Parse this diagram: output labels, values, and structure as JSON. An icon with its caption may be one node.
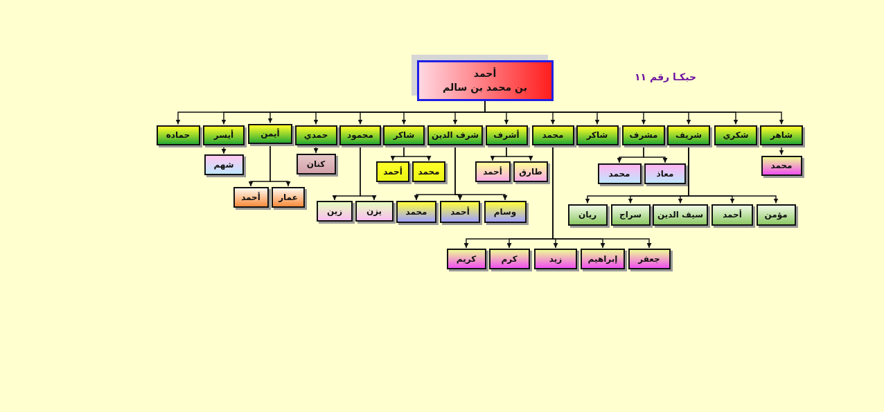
{
  "diagram": {
    "nodes": [
      {
        "text": [
          "أحمد",
          "بن محمد بن سالم"
        ]
      },
      {
        "text": [
          "شاهر"
        ]
      },
      {
        "text": [
          "شكري"
        ]
      },
      {
        "text": [
          "شريف"
        ]
      },
      {
        "text": [
          "مشرف"
        ]
      },
      {
        "text": [
          "شاكر"
        ]
      },
      {
        "text": [
          "محمد"
        ]
      },
      {
        "text": [
          "أشرف"
        ]
      },
      {
        "text": [
          "شرف الدين"
        ]
      },
      {
        "text": [
          "شاكر"
        ]
      },
      {
        "text": [
          "محمود"
        ]
      },
      {
        "text": [
          "حمدي"
        ]
      },
      {
        "text": [
          "أيمن"
        ]
      },
      {
        "text": [
          "أيسر"
        ]
      },
      {
        "text": [
          "حماده"
        ]
      },
      {
        "text": [
          "محمد"
        ]
      },
      {
        "text": [
          "مؤمن"
        ]
      },
      {
        "text": [
          "أحمد"
        ]
      },
      {
        "text": [
          "سيف الدين"
        ]
      },
      {
        "text": [
          "سراج"
        ]
      },
      {
        "text": [
          "ريان"
        ]
      },
      {
        "text": [
          "معاذ"
        ]
      },
      {
        "text": [
          "محمد"
        ]
      },
      {
        "text": [
          "جعفر"
        ]
      },
      {
        "text": [
          "إبراهيم"
        ]
      },
      {
        "text": [
          "زيد"
        ]
      },
      {
        "text": [
          "كرم"
        ]
      },
      {
        "text": [
          "كريم"
        ]
      },
      {
        "text": [
          "طارق"
        ]
      },
      {
        "text": [
          "أحمد"
        ]
      },
      {
        "text": [
          "وسام"
        ]
      },
      {
        "text": [
          "أحمد"
        ]
      },
      {
        "text": [
          "محمد"
        ]
      },
      {
        "text": [
          "محمد"
        ]
      },
      {
        "text": [
          "أحمد"
        ]
      },
      {
        "text": [
          "يزن"
        ]
      },
      {
        "text": [
          "زين"
        ]
      },
      {
        "text": [
          "كنان"
        ]
      },
      {
        "text": [
          "عمار"
        ]
      },
      {
        "text": [
          "أحمد"
        ]
      },
      {
        "text": [
          "شهم"
        ]
      }
    ],
    "edges": [
      {
        "from": 0,
        "to": 1,
        "arrow": "to"
      },
      {
        "from": 0,
        "to": 2,
        "arrow": "to"
      },
      {
        "from": 0,
        "to": 3,
        "arrow": "to"
      },
      {
        "from": 0,
        "to": 4,
        "arrow": "to"
      },
      {
        "from": 0,
        "to": 5,
        "arrow": "to"
      },
      {
        "from": 0,
        "to": 6,
        "arrow": "to"
      },
      {
        "from": 0,
        "to": 7,
        "arrow": "to"
      },
      {
        "from": 0,
        "to": 8,
        "arrow": "to"
      },
      {
        "from": 0,
        "to": 9,
        "arrow": "to"
      },
      {
        "from": 0,
        "to": 10,
        "arrow": "to"
      },
      {
        "from": 0,
        "to": 11,
        "arrow": "to"
      },
      {
        "from": 0,
        "to": 12,
        "arrow": "to"
      },
      {
        "from": 0,
        "to": 13,
        "arrow": "to"
      },
      {
        "from": 0,
        "to": 14,
        "arrow": "to"
      },
      {
        "from": 1,
        "to": 15,
        "arrow": "to"
      },
      {
        "from": 3,
        "to": 16,
        "arrow": "to"
      },
      {
        "from": 3,
        "to": 17,
        "arrow": "to"
      },
      {
        "from": 3,
        "to": 18,
        "arrow": "to"
      },
      {
        "from": 3,
        "to": 19,
        "arrow": "to"
      },
      {
        "from": 3,
        "to": 20,
        "arrow": "to"
      },
      {
        "from": 4,
        "to": 21,
        "arrow": "to"
      },
      {
        "from": 4,
        "to": 22,
        "arrow": "to"
      },
      {
        "from": 6,
        "to": 23,
        "arrow": "to"
      },
      {
        "from": 6,
        "to": 24,
        "arrow": "to"
      },
      {
        "from": 6,
        "to": 25,
        "arrow": "to"
      },
      {
        "from": 6,
        "to": 26,
        "arrow": "to"
      },
      {
        "from": 6,
        "to": 27,
        "arrow": "to"
      },
      {
        "from": 7,
        "to": 28,
        "arrow": "to"
      },
      {
        "from": 7,
        "to": 29,
        "arrow": "to"
      },
      {
        "from": 8,
        "to": 30,
        "arrow": "to"
      },
      {
        "from": 8,
        "to": 31,
        "arrow": "to"
      },
      {
        "from": 8,
        "to": 32,
        "arrow": "to"
      },
      {
        "from": 9,
        "to": 33,
        "arrow": "to"
      },
      {
        "from": 9,
        "to": 34,
        "arrow": "to"
      },
      {
        "from": 10,
        "to": 35,
        "arrow": "to"
      },
      {
        "from": 10,
        "to": 36,
        "arrow": "to"
      },
      {
        "from": 11,
        "to": 37,
        "arrow": "to"
      },
      {
        "from": 12,
        "to": 38,
        "arrow": "to"
      },
      {
        "from": 12,
        "to": 39,
        "arrow": "to"
      },
      {
        "from": 13,
        "to": 40,
        "arrow": "to"
      }
    ],
    "labels": [
      "حبكـا رقم ١١"
    ]
  }
}
